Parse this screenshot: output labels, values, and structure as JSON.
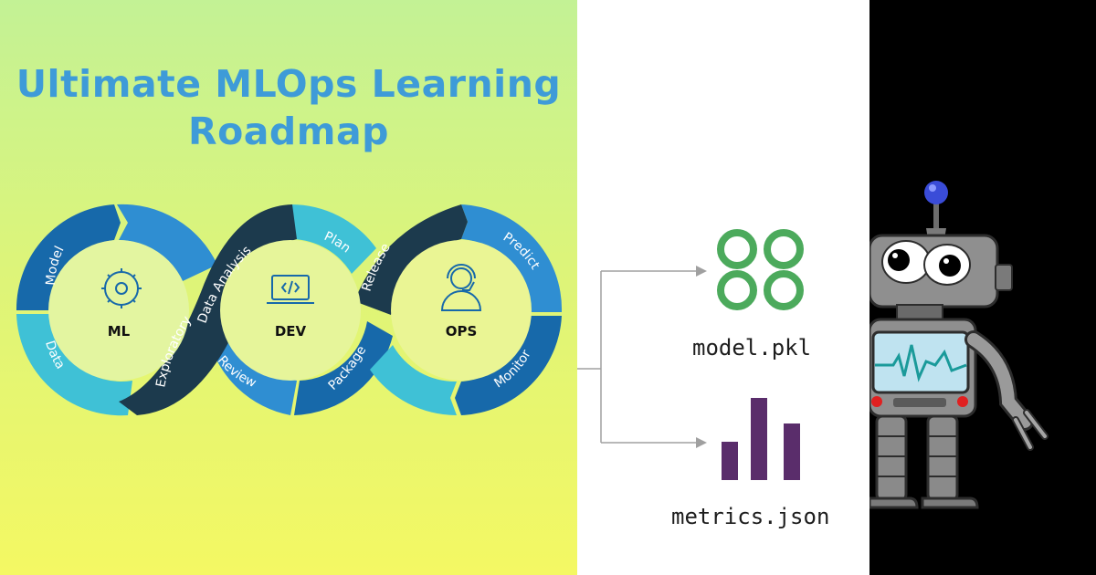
{
  "title": {
    "line1": "Ultimate MLOps Learning",
    "line2": "Roadmap"
  },
  "loop": {
    "hubs": [
      {
        "label": "ML",
        "icon": "brain-gear-icon"
      },
      {
        "label": "DEV",
        "icon": "laptop-code-icon"
      },
      {
        "label": "OPS",
        "icon": "support-agent-icon"
      }
    ],
    "segments": {
      "model": "Model",
      "data": "Data",
      "exploratory": "Exploratory",
      "data_analysis": "Data Analysis",
      "plan": "Plan",
      "review": "Review",
      "package": "Package",
      "release": "Release",
      "predict": "Predict",
      "monitor": "Monitor"
    },
    "colors": {
      "dark_blue": "#1769aa",
      "mid_blue": "#2f8ed2",
      "light_teal": "#3fc1d6",
      "navy": "#1c3a4d",
      "hub_fill": "#e8f5a8",
      "text": "#ffffff"
    }
  },
  "outputs": {
    "model_file": "model.pkl",
    "metrics_file": "metrics.json",
    "model_icon": "four-rings-icon",
    "metrics_icon": "bar-chart-icon",
    "ring_color": "#4caa5c",
    "bar_color": "#5a2d6b",
    "arrow_color": "#a0a0a0"
  },
  "robot": {
    "icon": "robot-icon"
  }
}
